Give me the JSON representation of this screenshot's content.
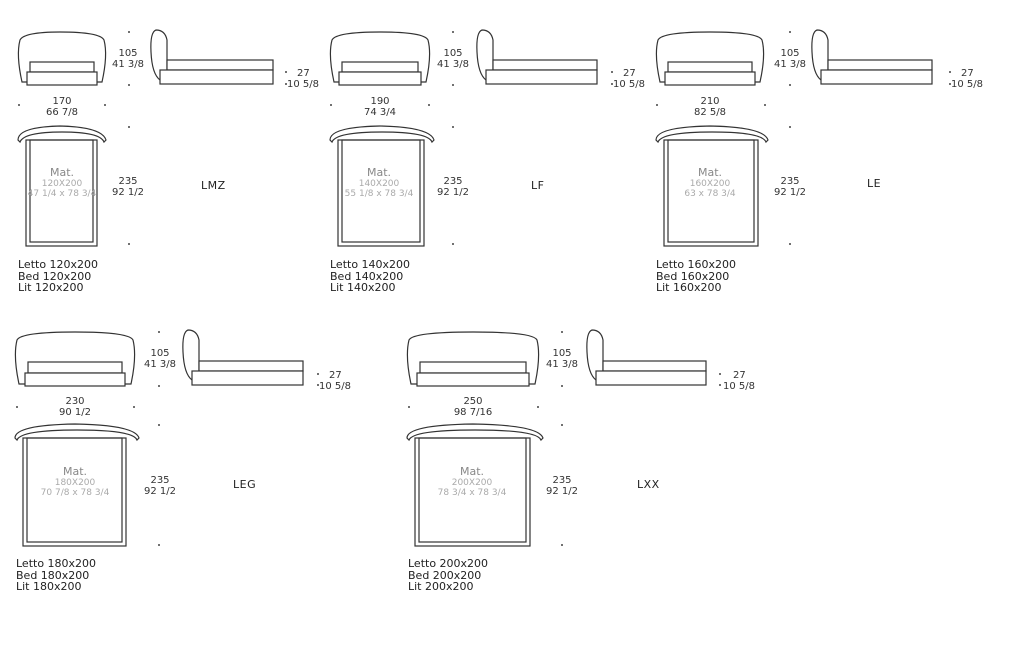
{
  "beds": [
    {
      "code": "LMZ",
      "width_cm": "170",
      "width_in": "66 7/8",
      "height_cm": "105",
      "height_in": "41 3/8",
      "base_cm": "27",
      "base_in": "10 5/8",
      "length_cm": "235",
      "length_in": "92 1/2",
      "mat_label": "Mat.",
      "mat_cm": "120X200",
      "mat_in": "47 1/4 x 78 3/4",
      "names": [
        "Letto 120x200",
        "Bed 120x200",
        "Lit 120x200"
      ]
    },
    {
      "code": "LF",
      "width_cm": "190",
      "width_in": "74 3/4",
      "height_cm": "105",
      "height_in": "41 3/8",
      "base_cm": "27",
      "base_in": "10 5/8",
      "length_cm": "235",
      "length_in": "92 1/2",
      "mat_label": "Mat.",
      "mat_cm": "140X200",
      "mat_in": "55 1/8 x 78 3/4",
      "names": [
        "Letto 140x200",
        "Bed 140x200",
        "Lit 140x200"
      ]
    },
    {
      "code": "LE",
      "width_cm": "210",
      "width_in": "82 5/8",
      "height_cm": "105",
      "height_in": "41 3/8",
      "base_cm": "27",
      "base_in": "10 5/8",
      "length_cm": "235",
      "length_in": "92 1/2",
      "mat_label": "Mat.",
      "mat_cm": "160X200",
      "mat_in": "63 x 78 3/4",
      "names": [
        "Letto 160x200",
        "Bed 160x200",
        "Lit 160x200"
      ]
    },
    {
      "code": "LEG",
      "width_cm": "230",
      "width_in": "90 1/2",
      "height_cm": "105",
      "height_in": "41 3/8",
      "base_cm": "27",
      "base_in": "10 5/8",
      "length_cm": "235",
      "length_in": "92 1/2",
      "mat_label": "Mat.",
      "mat_cm": "180X200",
      "mat_in": "70 7/8 x 78 3/4",
      "names": [
        "Letto 180x200",
        "Bed 180x200",
        "Lit 180x200"
      ]
    },
    {
      "code": "LXX",
      "width_cm": "250",
      "width_in": "98 7/16",
      "height_cm": "105",
      "height_in": "41 3/8",
      "base_cm": "27",
      "base_in": "10 5/8",
      "length_cm": "235",
      "length_in": "92 1/2",
      "mat_label": "Mat.",
      "mat_cm": "200X200",
      "mat_in": "78 3/4 x 78 3/4",
      "names": [
        "Letto 200x200",
        "Bed 200x200",
        "Lit 200x200"
      ]
    }
  ]
}
